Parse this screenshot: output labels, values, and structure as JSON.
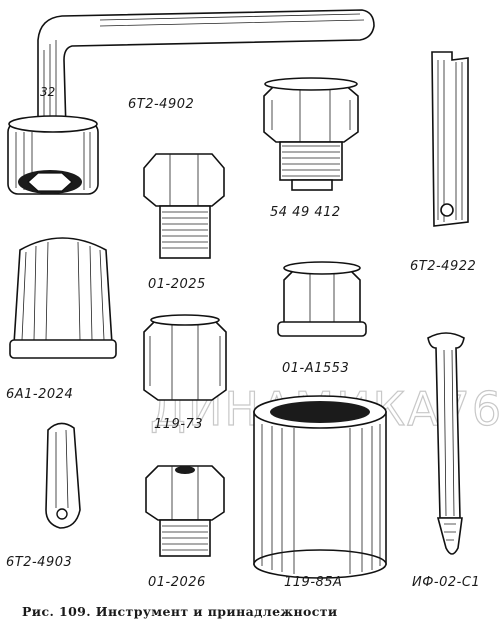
{
  "figure": {
    "caption": "Рис. 109. Инструмент и принадлежности",
    "watermark": "ДИНАМИКА76",
    "wrench_size_mark": "32"
  },
  "parts": [
    {
      "id": "wrench",
      "label": "6Т2-4902"
    },
    {
      "id": "plug-large",
      "label": "54 49 412"
    },
    {
      "id": "strip",
      "label": "6Т2-4922"
    },
    {
      "id": "plug-threaded-1",
      "label": "01-2025"
    },
    {
      "id": "cap",
      "label": "6А1-2024"
    },
    {
      "id": "nut-flange",
      "label": "01-А1553"
    },
    {
      "id": "hex-nut",
      "label": "119-73"
    },
    {
      "id": "handle-key",
      "label": "6Т2-4903"
    },
    {
      "id": "plug-threaded-2",
      "label": "01-2026"
    },
    {
      "id": "sleeve",
      "label": "119-85А"
    },
    {
      "id": "drift-pin",
      "label": "ИФ-02-С1"
    }
  ]
}
